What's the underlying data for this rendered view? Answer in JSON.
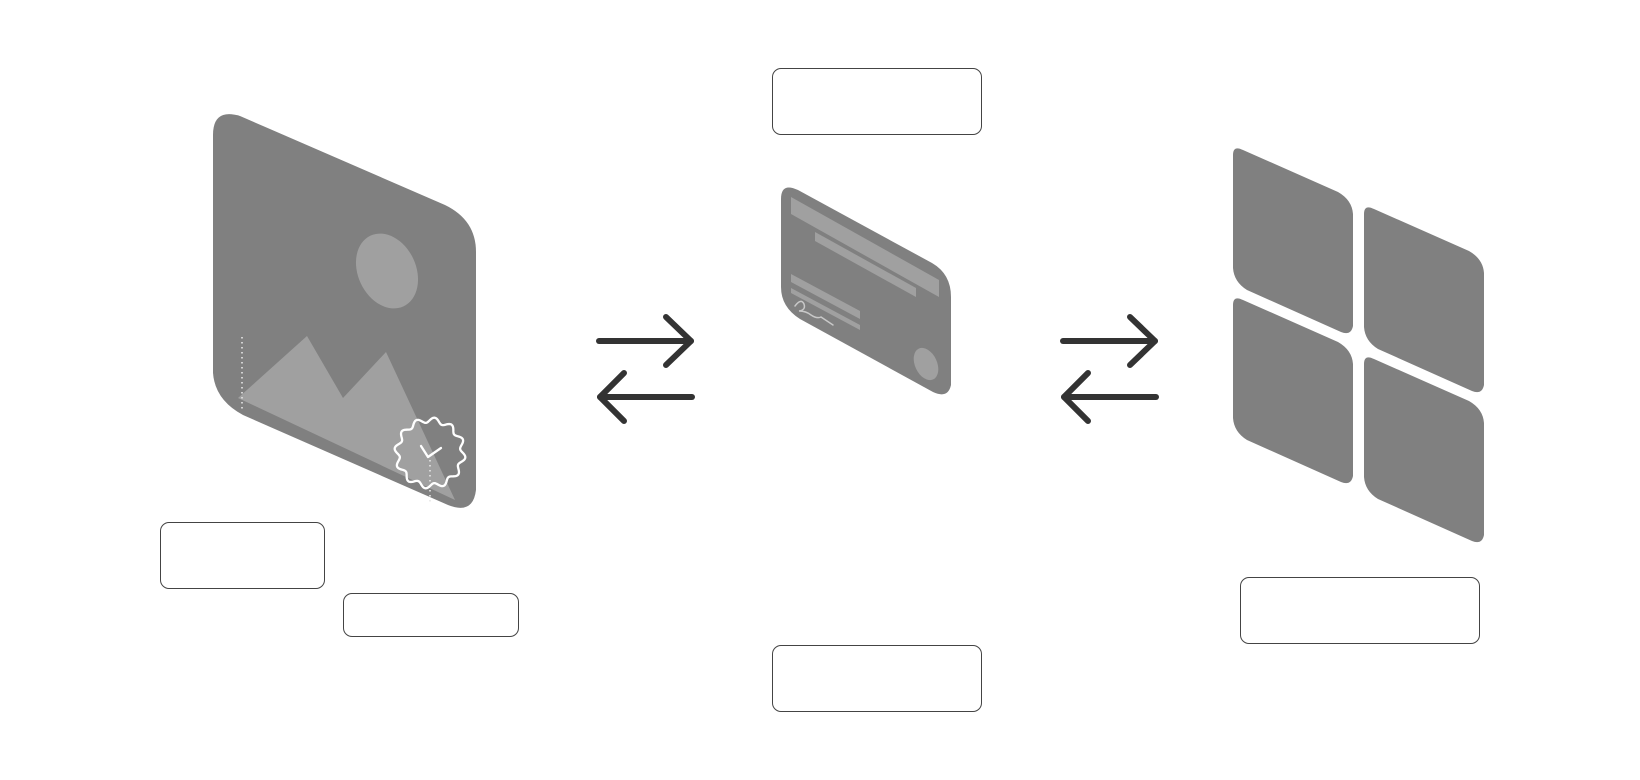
{
  "colors": {
    "panel": "#808080",
    "panel_light": "#a0a0a0",
    "arrow": "#333333",
    "label_border": "#444444",
    "badge_stroke": "#ffffff"
  },
  "stages": [
    {
      "name": "image",
      "icons": [
        "mountain-picture-icon",
        "certified-badge-icon"
      ]
    },
    {
      "name": "card",
      "icons": [
        "id-card-icon",
        "signature-icon"
      ]
    },
    {
      "name": "tiles",
      "icons": [
        "four-tile-grid-icon"
      ]
    }
  ],
  "connectors": [
    {
      "icon": "swap-arrows-icon"
    },
    {
      "icon": "swap-arrows-icon"
    }
  ],
  "labels": {
    "image_top": "",
    "image_bottom": "",
    "card_top": "",
    "card_bottom": "",
    "tiles": ""
  }
}
